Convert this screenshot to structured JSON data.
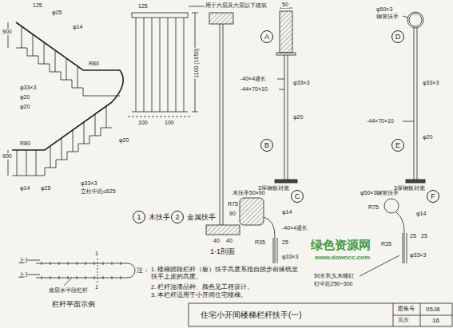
{
  "diagram": {
    "nodes": [
      {
        "text": [
          "A"
        ]
      },
      {
        "text": [
          "B"
        ]
      },
      {
        "text": [
          "C"
        ]
      },
      {
        "text": [
          "D"
        ]
      },
      {
        "text": [
          "E"
        ]
      },
      {
        "text": [
          "F"
        ]
      },
      {
        "text": [
          "1",
          "木扶手"
        ]
      },
      {
        "text": [
          "2",
          "金属扶手"
        ]
      }
    ],
    "labels": [
      "125",
      "φ25",
      "φ14",
      "φ33×3",
      "900",
      "φ20",
      "φ20",
      "φ33×3",
      "立柱中距≤625",
      "R80",
      "R80",
      "φ20",
      "900",
      "φ14",
      "φ25",
      "125",
      "用于六层及六层以下建筑",
      "1100 (1050)",
      "100",
      "100",
      "1-1剖面",
      "40",
      "40",
      "50",
      "-40×4通长",
      "-44×70×10",
      "φ33×3",
      "φ20",
      "3厚钢板封底",
      "φ50×3",
      "钢管扶手",
      "φ33×3",
      "-44×70×10",
      "φ20",
      "3厚钢板封底",
      "木扶手50×90",
      "R75",
      "φ14",
      "-40×4通长",
      "90",
      "25",
      "R35",
      "φ33×3",
      "φ50×3钢管扶手",
      "R75",
      "φ14",
      "25",
      "25",
      "R35",
      "φ33×3",
      "50长乳头木螺钉",
      "钉中距250~300",
      "上",
      "上",
      "1",
      "1",
      "底层水平段栏杆",
      "栏杆平面示例",
      "注：",
      "1. 楼梯踏段栏杆（板）扶手高度系指自踏步前缘线至扶手上皮的高度。",
      "2. 栏杆油漆品种、颜色见工程设计。",
      "3. 本栏杆适用于小开间住宅楼梯。",
      "住宅小开间楼梯栏杆扶手(一)",
      "图集号",
      "05J8",
      "页次",
      "16",
      "绿色资源网",
      "www.downcc.com"
    ]
  }
}
